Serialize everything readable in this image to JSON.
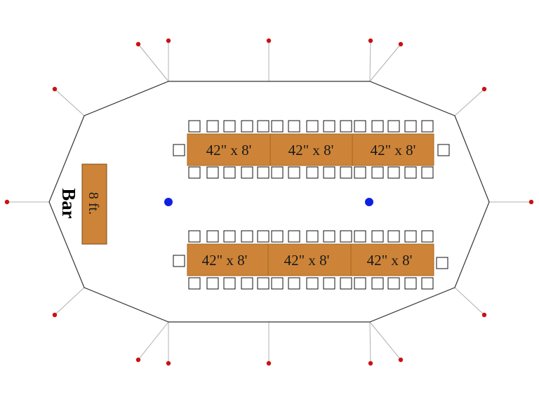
{
  "tent": {
    "outline_color": "#333333",
    "guy_line_color": "#b0b0b0",
    "stake_color": "#cc1111"
  },
  "tables": {
    "fill_color": "#cd8438",
    "border_color": "#a56622",
    "label": "42\" x 8'",
    "rows": [
      {
        "labels": [
          "42\" x 8'",
          "42\" x 8'",
          "42\" x 8'"
        ]
      },
      {
        "labels": [
          "42\" x 8'",
          "42\" x 8'",
          "42\" x 8'"
        ]
      }
    ]
  },
  "chairs": {
    "border_color": "#111111",
    "fill_color": "#ffffff"
  },
  "poles": {
    "color": "#1020e0",
    "count": 2
  },
  "bar": {
    "label": "Bar",
    "size_label": "8 ft.",
    "fill_color": "#cd8438"
  }
}
